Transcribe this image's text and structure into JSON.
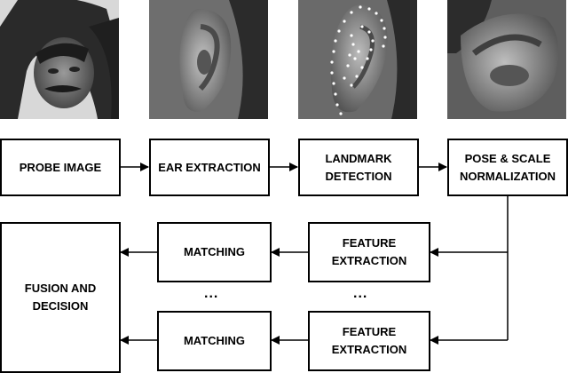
{
  "images": [
    {
      "name": "probe-face-photo"
    },
    {
      "name": "ear-crop-photo"
    },
    {
      "name": "ear-landmarks-photo"
    },
    {
      "name": "ear-normalized-photo"
    }
  ],
  "boxes": {
    "probe_image": "PROBE IMAGE",
    "ear_extraction": "EAR EXTRACTION",
    "landmark_detection": [
      "LANDMARK",
      "DETECTION"
    ],
    "pose_scale": [
      "POSE & SCALE",
      "NORMALIZATION"
    ],
    "feature_extraction_1": [
      "FEATURE",
      "EXTRACTION"
    ],
    "feature_extraction_2": [
      "FEATURE",
      "EXTRACTION"
    ],
    "matching_1": "MATCHING",
    "matching_2": "MATCHING",
    "fusion": [
      "FUSION AND",
      "DECISION"
    ]
  },
  "ellipsis": "...",
  "colors": {
    "line": "#000000",
    "box_fill": "#ffffff"
  }
}
